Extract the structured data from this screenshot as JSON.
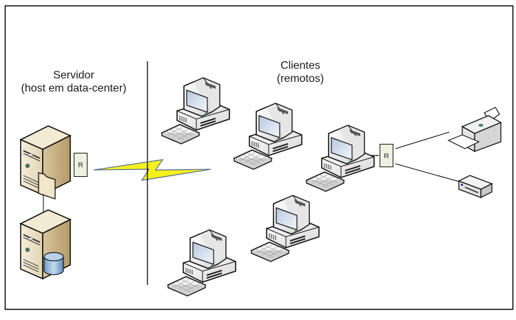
{
  "diagram": {
    "server_section": {
      "title": "Servidor",
      "subtitle": "(host em data-center)",
      "nodes": [
        {
          "id": "app-server",
          "type": "server",
          "accessory": "file-folder"
        },
        {
          "id": "db-server",
          "type": "server",
          "accessory": "database"
        }
      ],
      "router_label": "R"
    },
    "clients_section": {
      "title": "Clientes",
      "subtitle": "(remotos)",
      "nodes": [
        {
          "id": "client-1",
          "type": "workstation"
        },
        {
          "id": "client-2",
          "type": "workstation"
        },
        {
          "id": "client-3",
          "type": "workstation",
          "router_label": "R"
        },
        {
          "id": "client-4",
          "type": "workstation"
        },
        {
          "id": "client-5",
          "type": "workstation"
        }
      ],
      "peripherals": [
        {
          "id": "printer",
          "type": "printer"
        },
        {
          "id": "modem",
          "type": "external-device"
        }
      ]
    },
    "links": [
      {
        "from": "app-server",
        "to": "db-server",
        "style": "line"
      },
      {
        "from": "server-router",
        "to": "clients",
        "style": "wireless-lightning"
      },
      {
        "from": "client-3",
        "to": "client-router",
        "style": "line"
      },
      {
        "from": "client-router",
        "to": "printer",
        "style": "line"
      },
      {
        "from": "client-router",
        "to": "modem",
        "style": "line"
      }
    ],
    "colors": {
      "server_body": "#e8dcc0",
      "server_side": "#c9b48a",
      "router_fill": "#eef0e0",
      "lightning_fill": "#f5f01e",
      "lightning_edge": "#3a5a9a",
      "database_fill": "#8eb4d8",
      "screen_fill": "#dde8f4"
    }
  }
}
